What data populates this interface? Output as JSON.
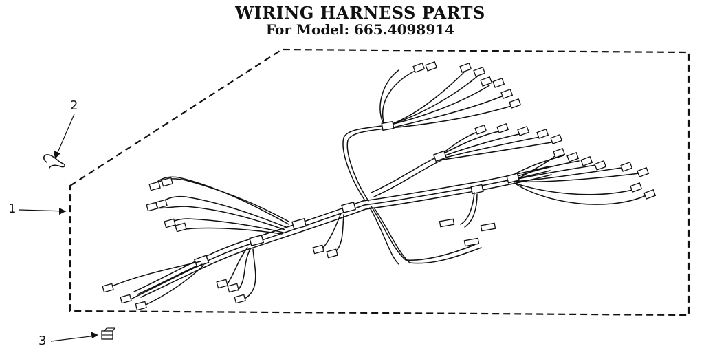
{
  "header": {
    "title": "WIRING HARNESS PARTS",
    "subtitle": "For Model: 665.4098914"
  },
  "callouts": [
    {
      "id": "1",
      "label": "1"
    },
    {
      "id": "2",
      "label": "2"
    },
    {
      "id": "3",
      "label": "3"
    }
  ]
}
